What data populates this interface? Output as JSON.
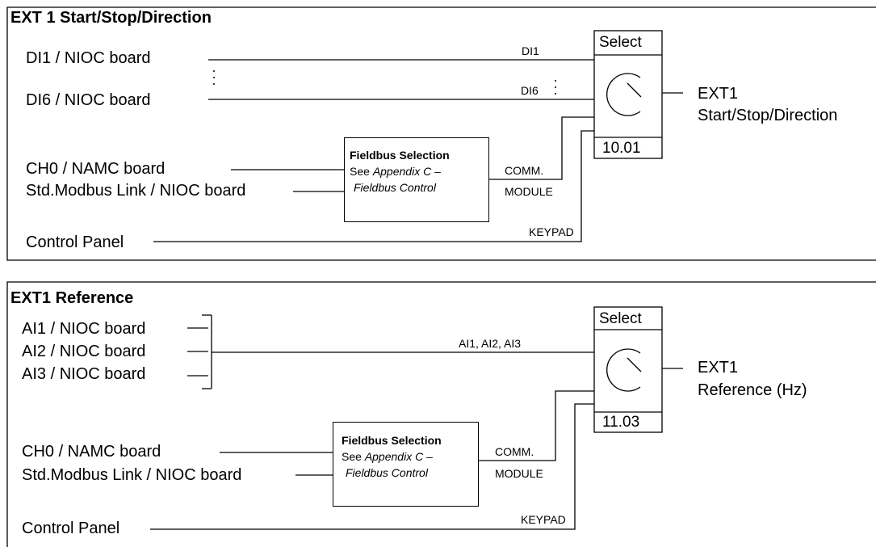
{
  "panel1": {
    "title": "EXT 1 Start/Stop/Direction",
    "inputs": {
      "di1": "DI1 / NIOC board",
      "di6": "DI6 / NIOC board",
      "ch0": "CH0 / NAMC board",
      "modbus": "Std.Modbus Link / NIOC board",
      "panel": "Control Panel"
    },
    "wire_labels": {
      "di1": "DI1",
      "di6": "DI6",
      "comm": "COMM.",
      "module": "MODULE",
      "keypad": "KEYPAD"
    },
    "fieldbus": {
      "title": "Fieldbus Selection",
      "see": "See ",
      "appendix": "Appendix C –",
      "control": "Fieldbus Control"
    },
    "select_label": "Select",
    "parameter": "10.01",
    "output": {
      "line1": "EXT1",
      "line2": "Start/Stop/Direction"
    }
  },
  "panel2": {
    "title": "EXT1 Reference",
    "inputs": {
      "ai1": "AI1 / NIOC board",
      "ai2": "AI2 / NIOC board",
      "ai3": "AI3 / NIOC board",
      "ch0": "CH0 / NAMC board",
      "modbus": "Std.Modbus Link / NIOC board",
      "panel": "Control Panel"
    },
    "wire_labels": {
      "ai": "AI1, AI2, AI3",
      "comm": "COMM.",
      "module": "MODULE",
      "keypad": "KEYPAD"
    },
    "fieldbus": {
      "title": "Fieldbus Selection",
      "see": "See ",
      "appendix": "Appendix C –",
      "control": "Fieldbus Control"
    },
    "select_label": "Select",
    "parameter": "11.03",
    "output": {
      "line1": "EXT1",
      "line2": "Reference (Hz)"
    }
  }
}
